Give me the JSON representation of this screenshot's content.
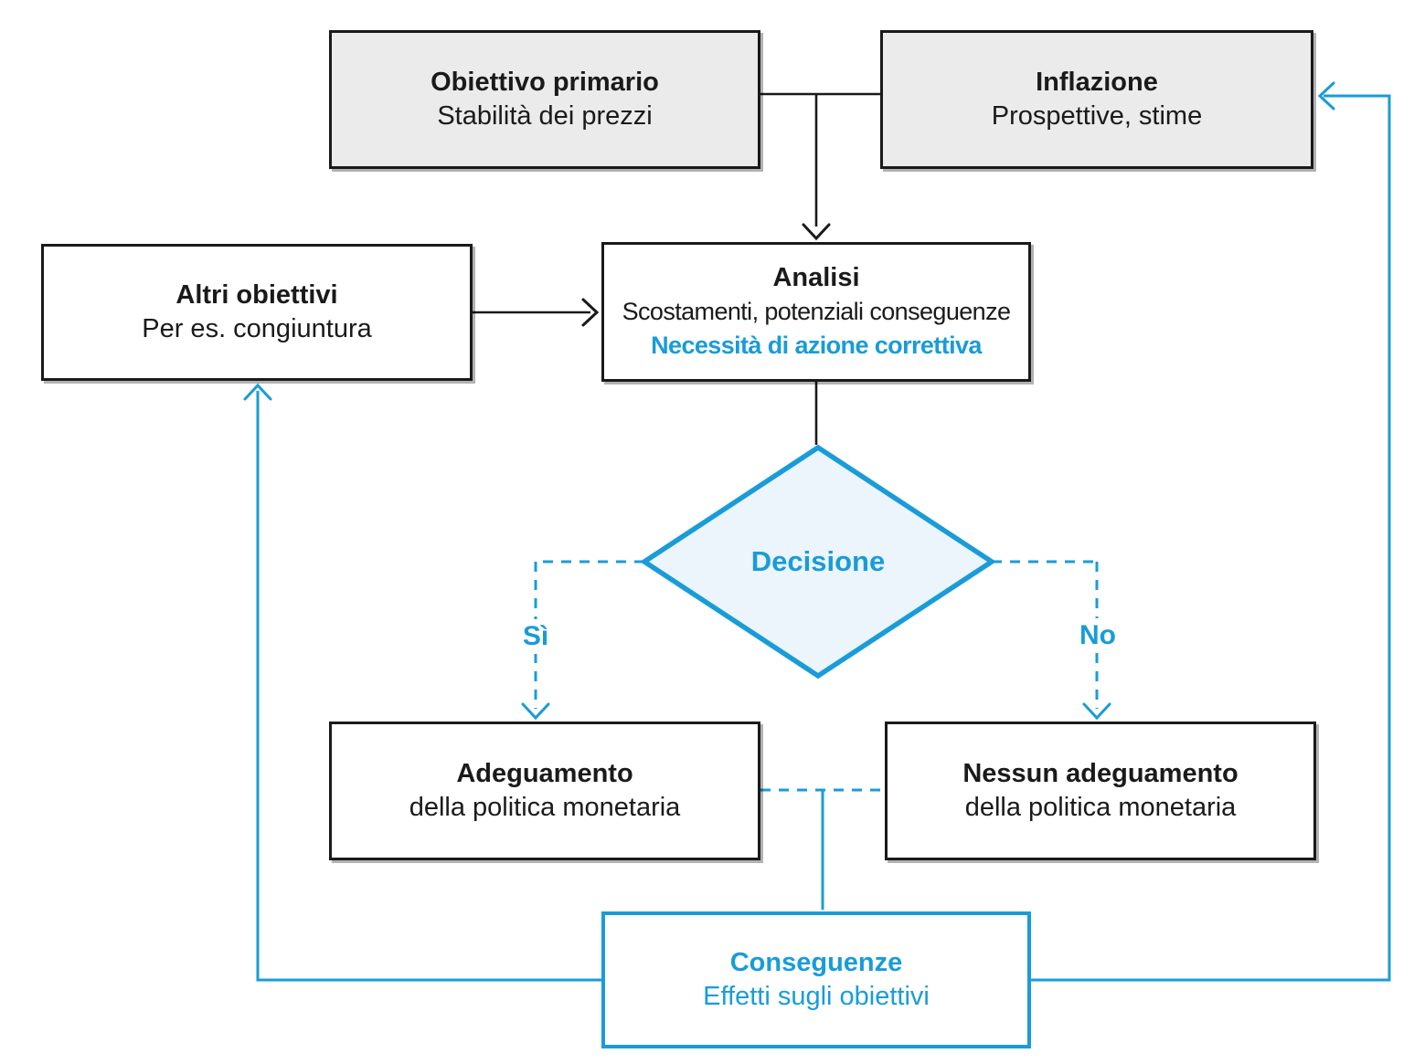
{
  "colors": {
    "accent_blue": "#199CD8",
    "line_black": "#1A1A1A",
    "box_fill_gray": "#EBEBEB",
    "diamond_fill": "#EBF5FB"
  },
  "nodes": {
    "obiettivo_primario": {
      "title": "Obiettivo primario",
      "subtitle": "Stabilità dei prezzi"
    },
    "inflazione": {
      "title": "Inflazione",
      "subtitle": "Prospettive, stime"
    },
    "altri_obiettivi": {
      "title": "Altri obiettivi",
      "subtitle": "Per es. congiuntura"
    },
    "analisi": {
      "title": "Analisi",
      "subtitle": "Scostamenti, potenziali conseguenze",
      "highlight": "Necessità di azione correttiva"
    },
    "decisione": {
      "label": "Decisione"
    },
    "adeguamento": {
      "title": "Adeguamento",
      "subtitle": "della politica monetaria"
    },
    "nessun_adeguamento": {
      "title": "Nessun adeguamento",
      "subtitle": "della politica monetaria"
    },
    "conseguenze": {
      "title": "Conseguenze",
      "subtitle": "Effetti sugli obiettivi"
    }
  },
  "edge_labels": {
    "yes": "Sì",
    "no": "No"
  }
}
